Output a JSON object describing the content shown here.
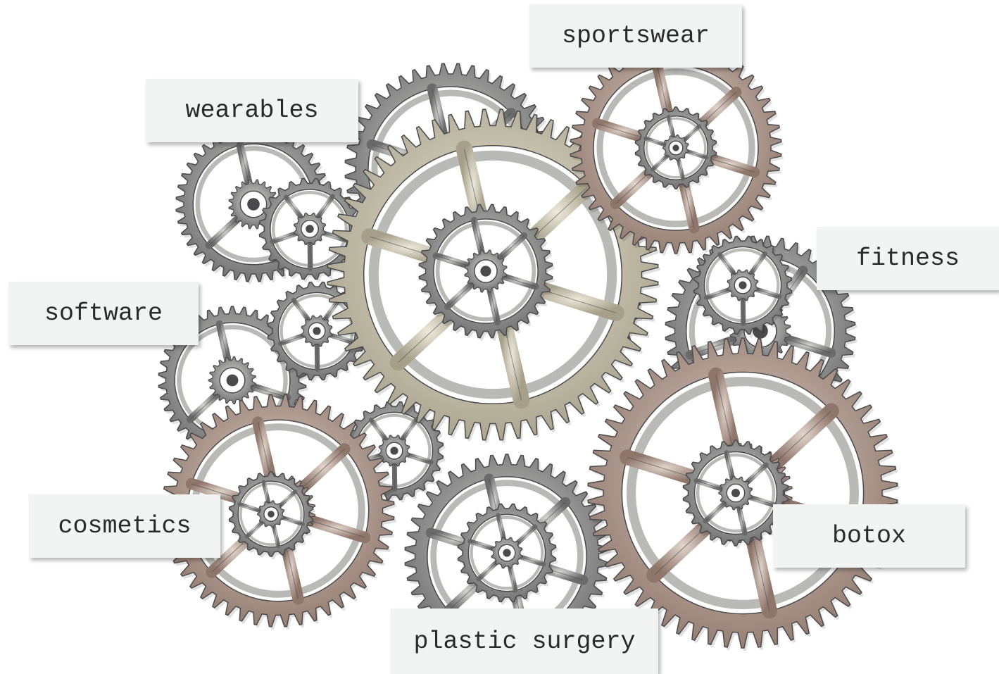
{
  "labels": {
    "sportswear": "sportswear",
    "wearables": "wearables",
    "fitness": "fitness",
    "software": "software",
    "cosmetics": "cosmetics",
    "botox": "botox",
    "plastic_surgery": "plastic surgery"
  },
  "colors": {
    "background": "#ffffff",
    "label_bg": "#f2f3f3",
    "label_text": "#2a2a2a",
    "steel_dark": "#4a4a4c",
    "steel_light": "#b9b9b6",
    "brass_light": "#d8d3bd",
    "copper": "#b59a8c"
  },
  "illustration": {
    "gear_icons": [
      "gear-icon",
      "gear-icon-copper",
      "gear-icon-brass"
    ]
  }
}
